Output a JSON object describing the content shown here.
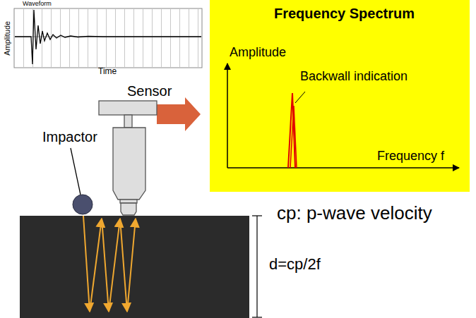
{
  "diagram": {
    "nodes": [
      {
        "text": [
          "Waveform"
        ]
      },
      {
        "text": [
          "Frequency Spectrum",
          "Amplitude",
          "Backwall indication",
          "Frequency f"
        ]
      }
    ],
    "labels": [
      "Amplitude",
      "Time",
      "Sensor",
      "Impactor",
      "cp: p-wave velocity",
      "d=cp/2f"
    ]
  }
}
